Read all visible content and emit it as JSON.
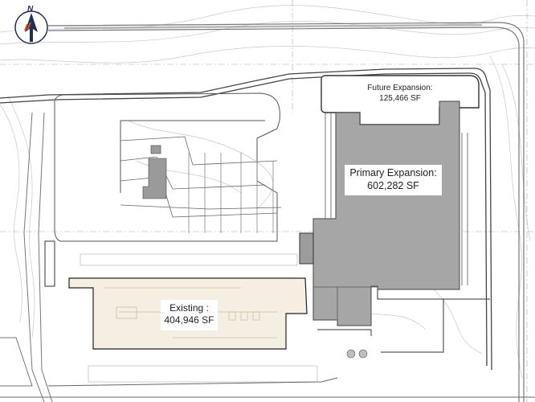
{
  "site_plan": {
    "buildings": [
      {
        "id": "future",
        "name": "Future Expansion:",
        "area": "125,466 SF",
        "fill": "#ffffff"
      },
      {
        "id": "primary",
        "name": "Primary Expansion:",
        "area": "602,282 SF",
        "fill": "#a6a6a6"
      },
      {
        "id": "existing",
        "name": "Existing :",
        "area": "404,946 SF",
        "fill": "#f4efe2"
      }
    ],
    "north_arrow": {
      "letter": "N",
      "ring_color": "#1f2f5a",
      "accent_color": "#e0541f"
    },
    "colors": {
      "linework": "#555555",
      "contours": "#bdbdbd",
      "building_outline": "#333333"
    }
  }
}
